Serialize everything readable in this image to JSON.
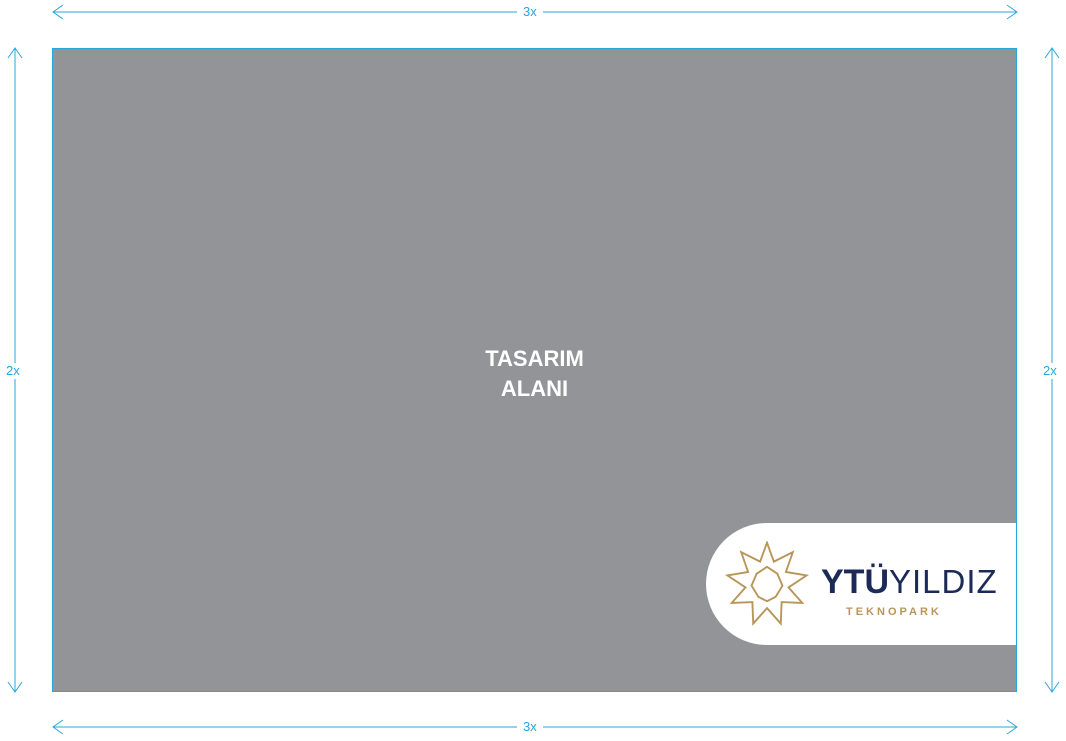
{
  "dimensions": {
    "width_label": "3x",
    "height_label": "2x"
  },
  "design_area": {
    "line1": "TASARIM",
    "line2": "ALANI"
  },
  "logo": {
    "brand_bold": "YTÜ",
    "brand_light": "YILDIZ",
    "subtitle": "TEKNOPARK",
    "icon": "star-logo-icon"
  },
  "colors": {
    "canvas": "#939497",
    "guide": "#29a6dc",
    "brand_navy": "#1c2a57",
    "brand_gold": "#b8965a"
  }
}
